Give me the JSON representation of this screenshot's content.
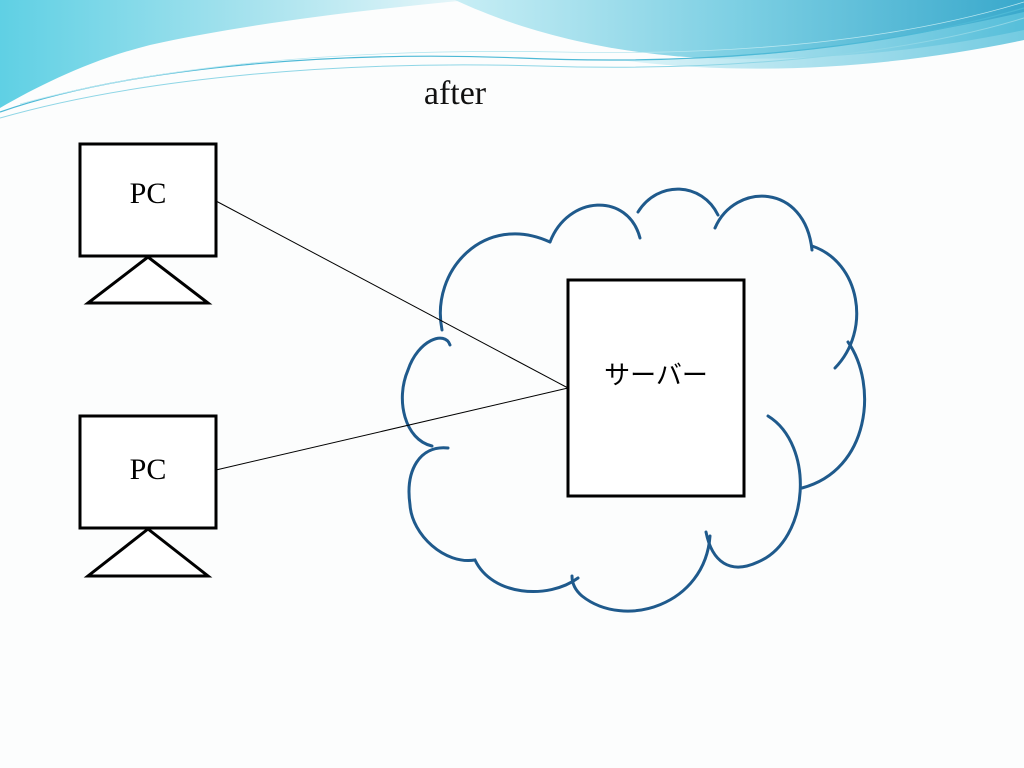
{
  "slide": {
    "title": "after"
  },
  "diagram": {
    "nodes": [
      {
        "id": "pc1",
        "type": "pc",
        "label": "PC"
      },
      {
        "id": "pc2",
        "type": "pc",
        "label": "PC"
      },
      {
        "id": "server",
        "type": "server",
        "label": "サーバー"
      }
    ],
    "edges": [
      {
        "from": "pc1",
        "to": "server"
      },
      {
        "from": "pc2",
        "to": "server"
      }
    ],
    "cloud": {
      "contains": "server"
    }
  },
  "colors": {
    "background": "#fcfdfd",
    "banner_light": "#b5e6f0",
    "banner_mid": "#5fc7de",
    "banner_dark": "#2a9fc4",
    "cloud_stroke": "#1f5a8c",
    "shape_stroke": "#000000"
  }
}
